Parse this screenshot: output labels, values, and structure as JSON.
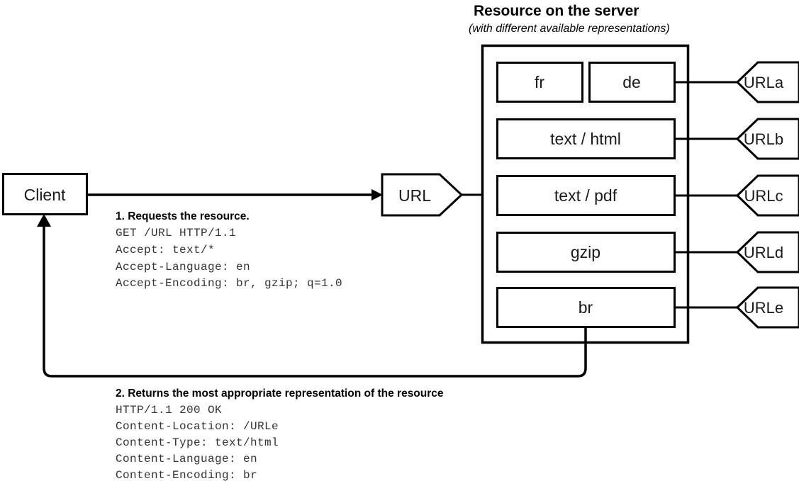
{
  "diagram": {
    "title": "Resource on the server",
    "subtitle": "(with different available representations)",
    "client": {
      "label": "Client"
    },
    "url_request": {
      "label": "URL"
    },
    "representations": [
      {
        "label": "fr",
        "row": 0,
        "split": "left"
      },
      {
        "label": "de",
        "row": 0,
        "split": "right"
      },
      {
        "label": "text / html",
        "row": 1,
        "split": "full"
      },
      {
        "label": "text / pdf",
        "row": 2,
        "split": "full"
      },
      {
        "label": "gzip",
        "row": 3,
        "split": "full"
      },
      {
        "label": "br",
        "row": 4,
        "split": "full"
      }
    ],
    "url_tags": [
      {
        "label": "URLa"
      },
      {
        "label": "URLb"
      },
      {
        "label": "URLc"
      },
      {
        "label": "URLd"
      },
      {
        "label": "URLe"
      }
    ],
    "step_request": {
      "title": "1. Requests the resource.",
      "lines": [
        "GET /URL HTTP/1.1",
        "Accept: text/*",
        "Accept-Language: en",
        "Accept-Encoding: br, gzip; q=1.0"
      ]
    },
    "step_response": {
      "title": "2. Returns the most appropriate representation of the resource",
      "lines": [
        "HTTP/1.1 200 OK",
        "Content-Location: /URLe",
        "Content-Type: text/html",
        "Content-Language: en",
        "Content-Encoding: br"
      ]
    },
    "colors": {
      "stroke": "#000000",
      "background": "#ffffff",
      "mono_text": "#333333"
    }
  }
}
